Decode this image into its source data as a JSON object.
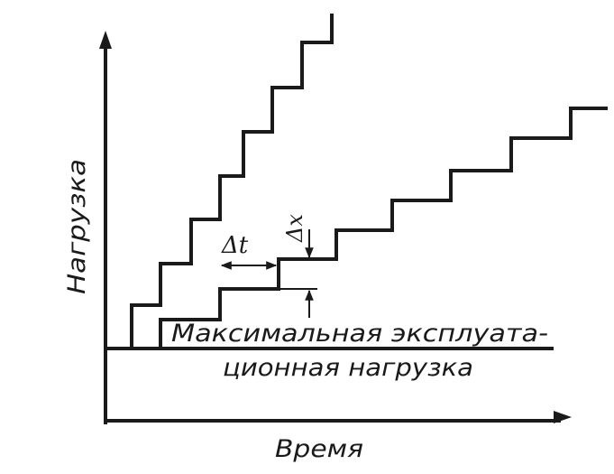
{
  "axes": {
    "x_label": "Время",
    "y_label": "Нагрузка"
  },
  "annotations": {
    "max_load_line1": "Максимальная эксплуата-",
    "max_load_line2": "ционная нагрузка",
    "delta_t": "Δt",
    "delta_x": "Δx"
  },
  "colors": {
    "ink": "#1a1a1a",
    "paper": "#ffffff"
  }
}
